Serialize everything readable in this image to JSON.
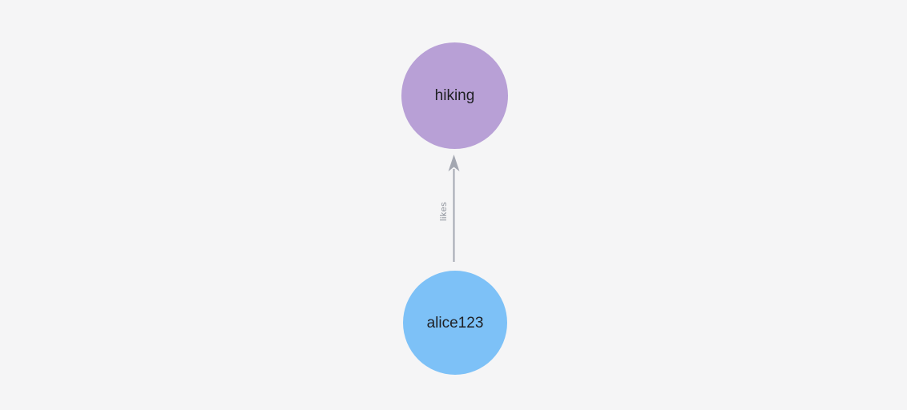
{
  "canvas": {
    "background_color": "#f5f5f6"
  },
  "graph": {
    "nodes": [
      {
        "label": "hiking",
        "color": "#b8a0d6",
        "text_color": "#1f2024"
      },
      {
        "label": "alice123",
        "color": "#7dc1f7",
        "text_color": "#1f2024"
      }
    ],
    "edge": {
      "from": "alice123",
      "to": "hiking",
      "label": "likes",
      "color": "#a3a7b1",
      "label_color": "#8d929b"
    }
  }
}
